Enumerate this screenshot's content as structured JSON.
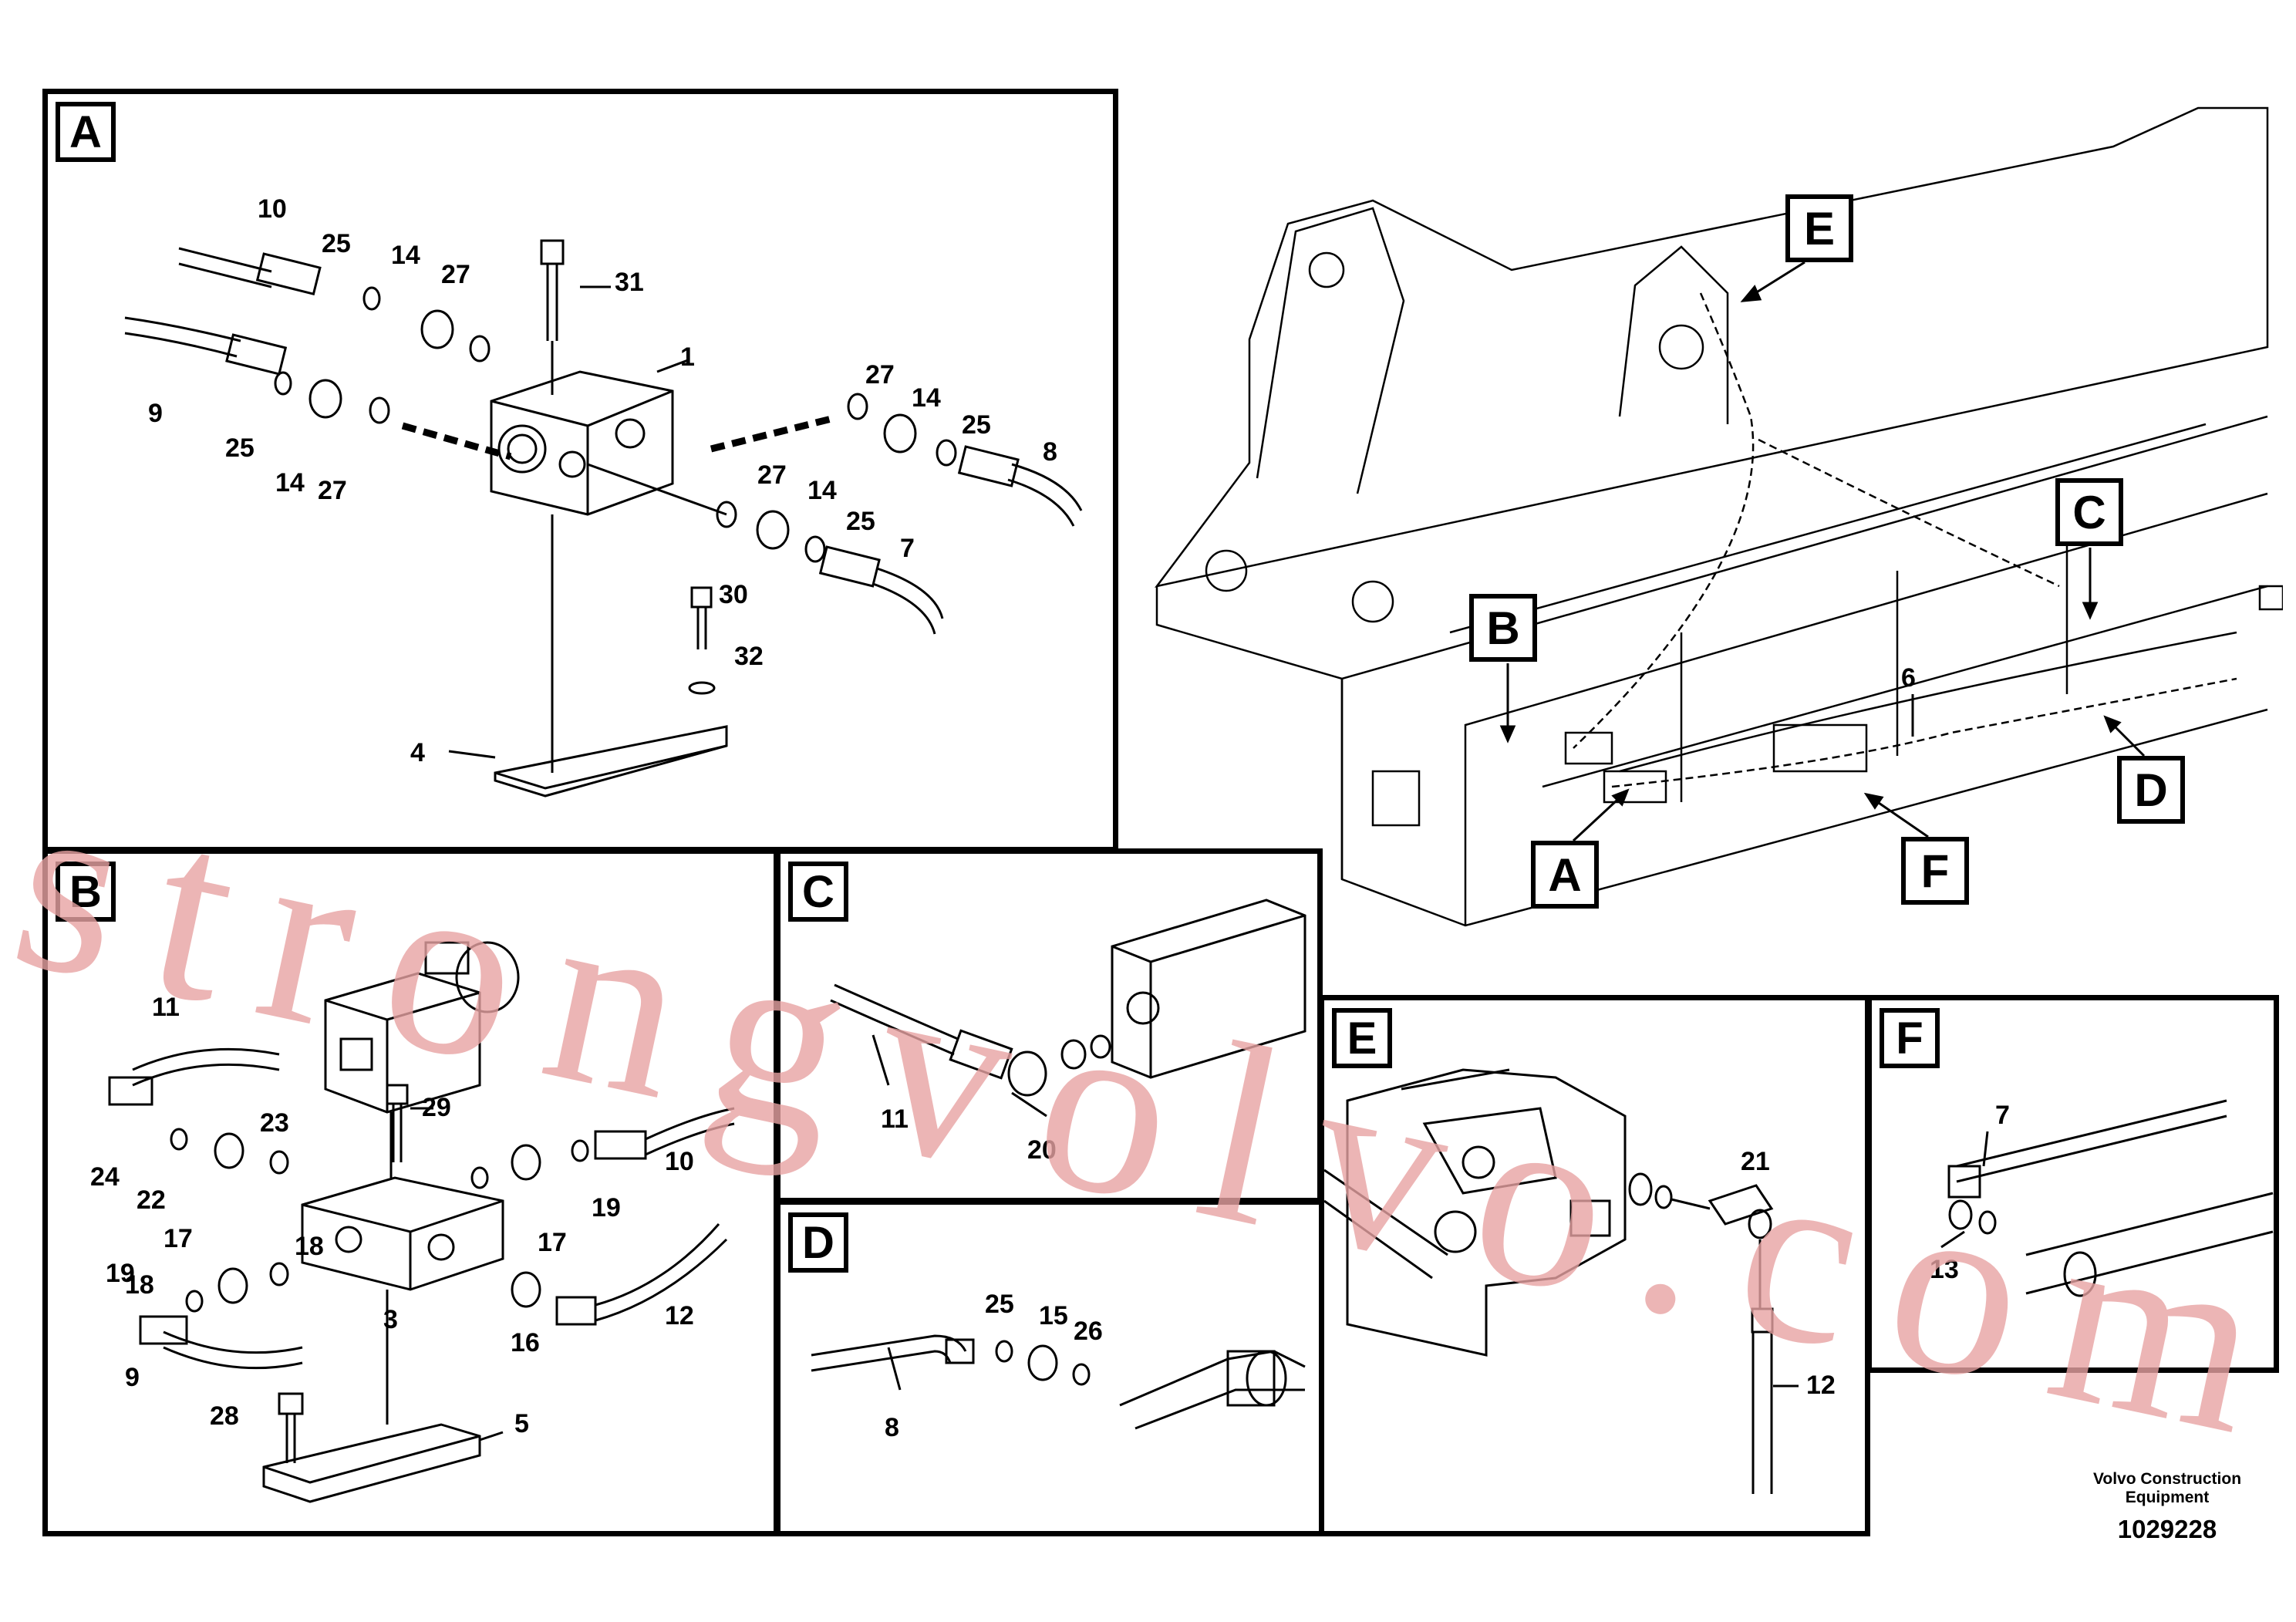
{
  "panels": {
    "A": {
      "letter": "A",
      "labels": [
        "10",
        "25",
        "14",
        "27",
        "31",
        "1",
        "9",
        "25",
        "14",
        "27",
        "27",
        "14",
        "25",
        "8",
        "27",
        "14",
        "25",
        "7",
        "30",
        "32",
        "4"
      ]
    },
    "B": {
      "letter": "B",
      "labels": [
        "11",
        "23",
        "29",
        "10",
        "24",
        "22",
        "18",
        "17",
        "19",
        "18",
        "17",
        "19",
        "3",
        "16",
        "12",
        "9",
        "28",
        "5"
      ]
    },
    "C": {
      "letter": "C",
      "labels": [
        "11",
        "20"
      ]
    },
    "D": {
      "letter": "D",
      "labels": [
        "25",
        "15",
        "26",
        "8"
      ]
    },
    "E": {
      "letter": "E",
      "labels": [
        "21",
        "12"
      ]
    },
    "F": {
      "letter": "F",
      "labels": [
        "7",
        "13"
      ]
    }
  },
  "overview": {
    "callouts": [
      "E",
      "C",
      "B",
      "D",
      "A",
      "F"
    ],
    "label_6": "6"
  },
  "footer": {
    "brand": "Volvo Construction Equipment",
    "doc_number": "1029228"
  },
  "watermark": "strongvolvo.com"
}
